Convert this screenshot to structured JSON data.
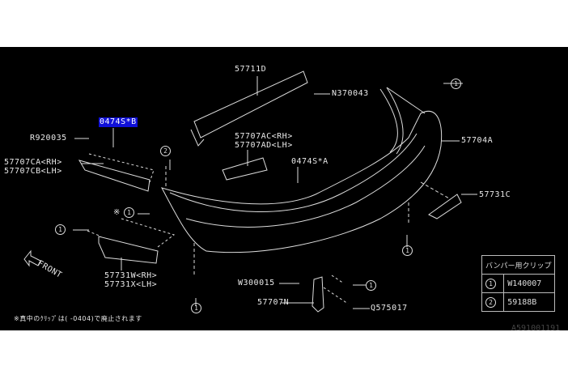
{
  "labels": {
    "p57711d": "57711D",
    "n370043": "N370043",
    "b0474s_b": "0474S*B",
    "r920035": "R920035",
    "p57707ac": "57707AC<RH>",
    "p57707ad": "57707AD<LH>",
    "p57704a": "57704A",
    "p57707ca": "57707CA<RH>",
    "p57707cb": "57707CB<LH>",
    "b0474s_a": "0474S*A",
    "p57731c": "57731C",
    "p57731w": "57731W<RH>",
    "p57731x": "57731X<LH>",
    "w300015": "W300015",
    "p57707n": "57707N",
    "q575017": "Q575017",
    "front": "FRONT",
    "footnote": "※真中のｸﾘｯﾌﾟは(     -0404)で廃止されます",
    "doc_id": "A591001191"
  },
  "callouts": {
    "one": "1",
    "two": "2",
    "star_one": "※"
  },
  "clip_table": {
    "header": "バンパー用クリップ",
    "rows": [
      {
        "key": "1",
        "part": "W140007"
      },
      {
        "key": "2",
        "part": "59188B"
      }
    ]
  },
  "colors": {
    "background": "#000000",
    "line": "#e8e8e8",
    "highlight": "#1010d8"
  }
}
